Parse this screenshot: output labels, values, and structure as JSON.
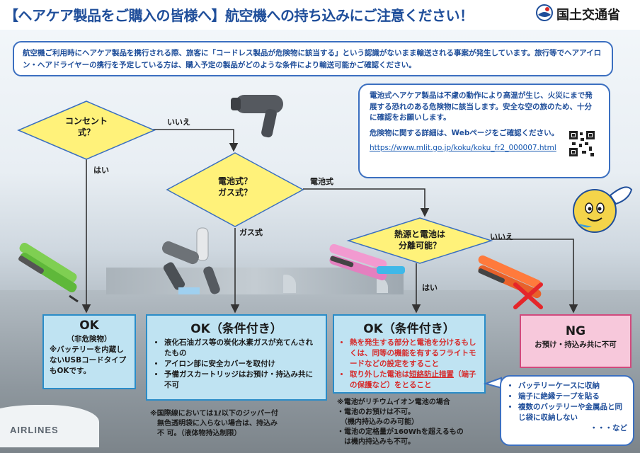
{
  "title": "【ヘアケア製品をご購入の皆様へ】航空機への持ち込みにご注意ください！",
  "ministry": {
    "name": "国土交通省"
  },
  "intro": {
    "text": "航空機ご利用時にヘアケア製品を携行される際、旅客に「コードレス製品が危険物に該当する」という認識がないまま輸送される事案が発生しています。旅行等でヘアアイロン・ヘアドライヤーの携行を予定している方は、購入予定の製品がどのような条件により輸送可能かご確認ください。"
  },
  "bubble": {
    "line1": "電池式ヘアケア製品は不慮の動作により高温が生じ、火災にまで発展する恐れのある危険物に該当します。安全な空の旅のため、十分に確認をお願いします。",
    "line2": "危険物に関する詳細は、Webページをご確認ください。",
    "url": "https://www.mlit.go.jp/koku/koku_fr2_000007.html"
  },
  "flow": {
    "q1": {
      "line1": "コンセント",
      "line2": "式？"
    },
    "q2": {
      "line1": "電池式？",
      "line2": "ガス式？"
    },
    "q3": {
      "line1": "熱源と電池は",
      "line2": "分離可能？"
    },
    "edges": {
      "q1_no": "いいえ",
      "q1_yes": "はい",
      "q2_battery": "電池式",
      "q2_gas": "ガス式",
      "q3_no": "いいえ",
      "q3_yes": "はい"
    }
  },
  "results": {
    "ok_plain": {
      "heading": "OK",
      "sub": "（非危険物）",
      "text": "※バッテリーを内蔵しないUSBコードタイプもOKです。"
    },
    "ok_gas": {
      "heading": "OK（条件付き）",
      "items": [
        "液化石油ガス等の炭化水素ガスが充てんされたもの",
        "アイロン部に安全カバーを取付け",
        "予備ガスカートリッジはお預け・持込み共に不可"
      ]
    },
    "ok_battery": {
      "heading": "OK（条件付き）",
      "item1": "熱を発生する部分と電池を分けるもしくは、同等の機能を有するフライトモードなどの設定をすること",
      "item2_pre": "取り外した電池は",
      "item2_em": "短絡防止措置",
      "item2_post": "（端子の保護など）をとること"
    },
    "ng": {
      "heading": "NG",
      "text": "お預け・持込み共に不可"
    }
  },
  "notes": {
    "gas": [
      "※国際線においては1ℓ以下のジッパー付",
      "　無色透明袋に入らない場合は、持込み",
      "　不 可。（液体物持込制限）"
    ],
    "battery": [
      "※電池がリチウムイオン電池の場合",
      "・電池のお預けは不可。",
      "　（機内持込みのみ可能）",
      "・電池の定格量が160Whを超えるもの",
      "　は機内持込みも不可。"
    ]
  },
  "callout": {
    "items": [
      "バッテリーケースに収納",
      "端子に絶縁テープを貼る",
      "複数のバッテリーや金属品と同じ袋に収納しない"
    ],
    "etc": "・・・など"
  },
  "background_text": "AIRLINES",
  "colors": {
    "title": "#1f4e9a",
    "border_blue": "#3b6fc0",
    "diamond": "#fff27a",
    "result_blue": "#bfe3f2",
    "result_ng": "#f7c8db",
    "warning_red": "#d62b2b"
  },
  "icons": [
    "hair-dryer-icon",
    "hair-iron-green-icon",
    "gas-curler-icon",
    "hair-iron-pink-icon",
    "hair-iron-orange-icon",
    "prohibited-x-icon",
    "mascot-icon",
    "qr-code-icon"
  ]
}
